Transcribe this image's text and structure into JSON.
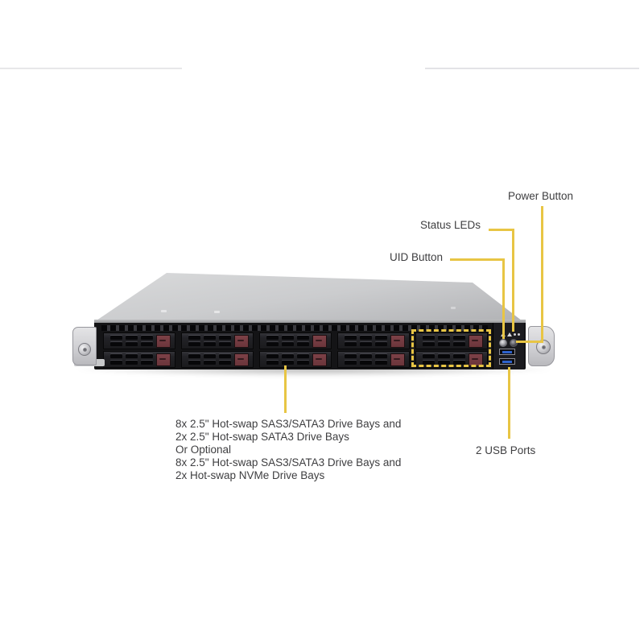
{
  "labels": {
    "power_button": "Power Button",
    "status_leds": "Status LEDs",
    "uid_button": "UID Button",
    "usb_ports": "2 USB Ports",
    "drive_bays_lines": [
      "8x 2.5\" Hot-swap SAS3/SATA3 Drive Bays and",
      "2x 2.5\" Hot-swap SATA3 Drive Bays",
      "Or Optional",
      "8x 2.5\" Hot-swap SAS3/SATA3 Drive Bays and",
      "2x Hot-swap NVMe Drive Bays"
    ]
  },
  "colors": {
    "annotation_yellow": "#e8c544",
    "label_text": "#3e3e40",
    "drive_latch_red": "#7d4147",
    "usb_blue": "#2e62cc"
  },
  "server": {
    "drive_bays": {
      "rows": 2,
      "columns": 5,
      "total": 10,
      "highlighted_rightmost_pairs": 1
    },
    "front_panel": {
      "usb_port_count": 2,
      "has_uid_button": true,
      "has_power_button": true,
      "has_status_leds": true
    }
  }
}
